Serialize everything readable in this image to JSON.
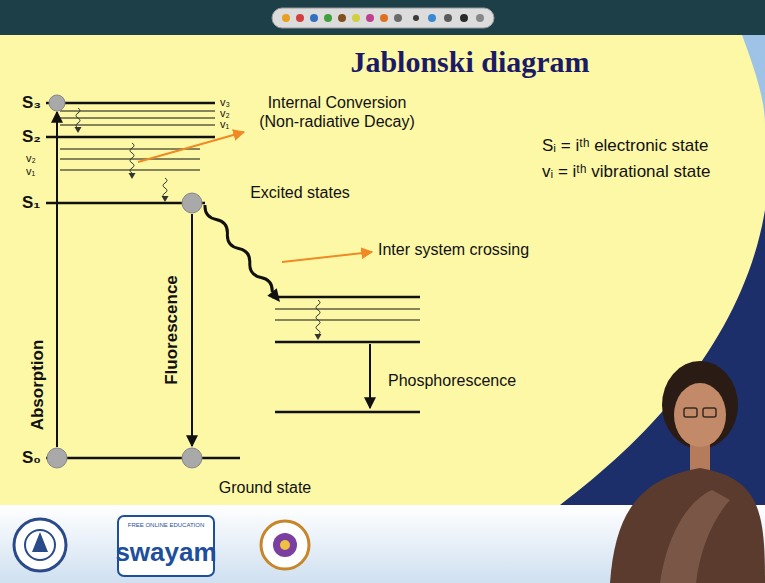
{
  "diagram": {
    "title": "Jablonski diagram",
    "labels": [
      "S₃",
      "v₃",
      "v₂",
      "v₁",
      "S₂",
      "v₂",
      "v₁",
      "Internal Conversion (Non-radiative Decay)",
      "Excited states",
      "Sᵢ = iᵗʰ electronic state",
      "vᵢ = iᵗʰ vibrational state",
      "S₁",
      "Inter system crossing",
      "Absorption",
      "Fluorescence",
      "Phosphorescence",
      "S₀",
      "Ground state",
      "swayam",
      "FREE ONLINE EDUCATION"
    ]
  }
}
